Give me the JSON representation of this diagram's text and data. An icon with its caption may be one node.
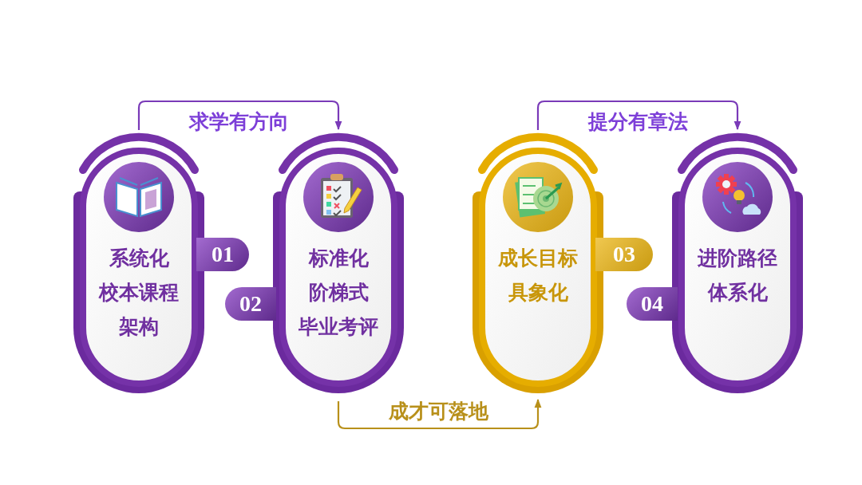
{
  "diagram": {
    "nodes": [
      {
        "text": [
          "系统化",
          "校本课程",
          "架构"
        ]
      },
      {
        "text": [
          "标准化",
          "阶梯式",
          "毕业考评"
        ]
      },
      {
        "text": [
          "成长目标",
          "具象化"
        ]
      },
      {
        "text": [
          "进阶路径",
          "体系化"
        ]
      },
      {
        "text": [
          "01"
        ]
      },
      {
        "text": [
          "02"
        ]
      },
      {
        "text": [
          "03"
        ]
      },
      {
        "text": [
          "04"
        ]
      }
    ],
    "edges": [
      {
        "from": 0,
        "to": 1,
        "arrow": "to",
        "label": "求学有方向"
      },
      {
        "from": 2,
        "to": 3,
        "arrow": "to",
        "label": "提分有章法"
      },
      {
        "from": 1,
        "to": 2,
        "arrow": "to",
        "label": "成才可落地",
        "color": "#b8901a"
      }
    ]
  }
}
